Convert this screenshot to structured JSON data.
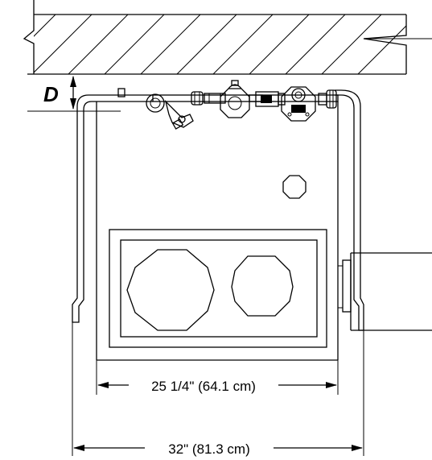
{
  "labels": {
    "clearance": "D",
    "inner_width": "25 1/4\" (64.1 cm)",
    "outer_width": "32\" (81.3 cm)"
  },
  "icons": {
    "clearance_arrow": "double-arrow-vertical",
    "width_arrow": "double-arrow-horizontal"
  }
}
